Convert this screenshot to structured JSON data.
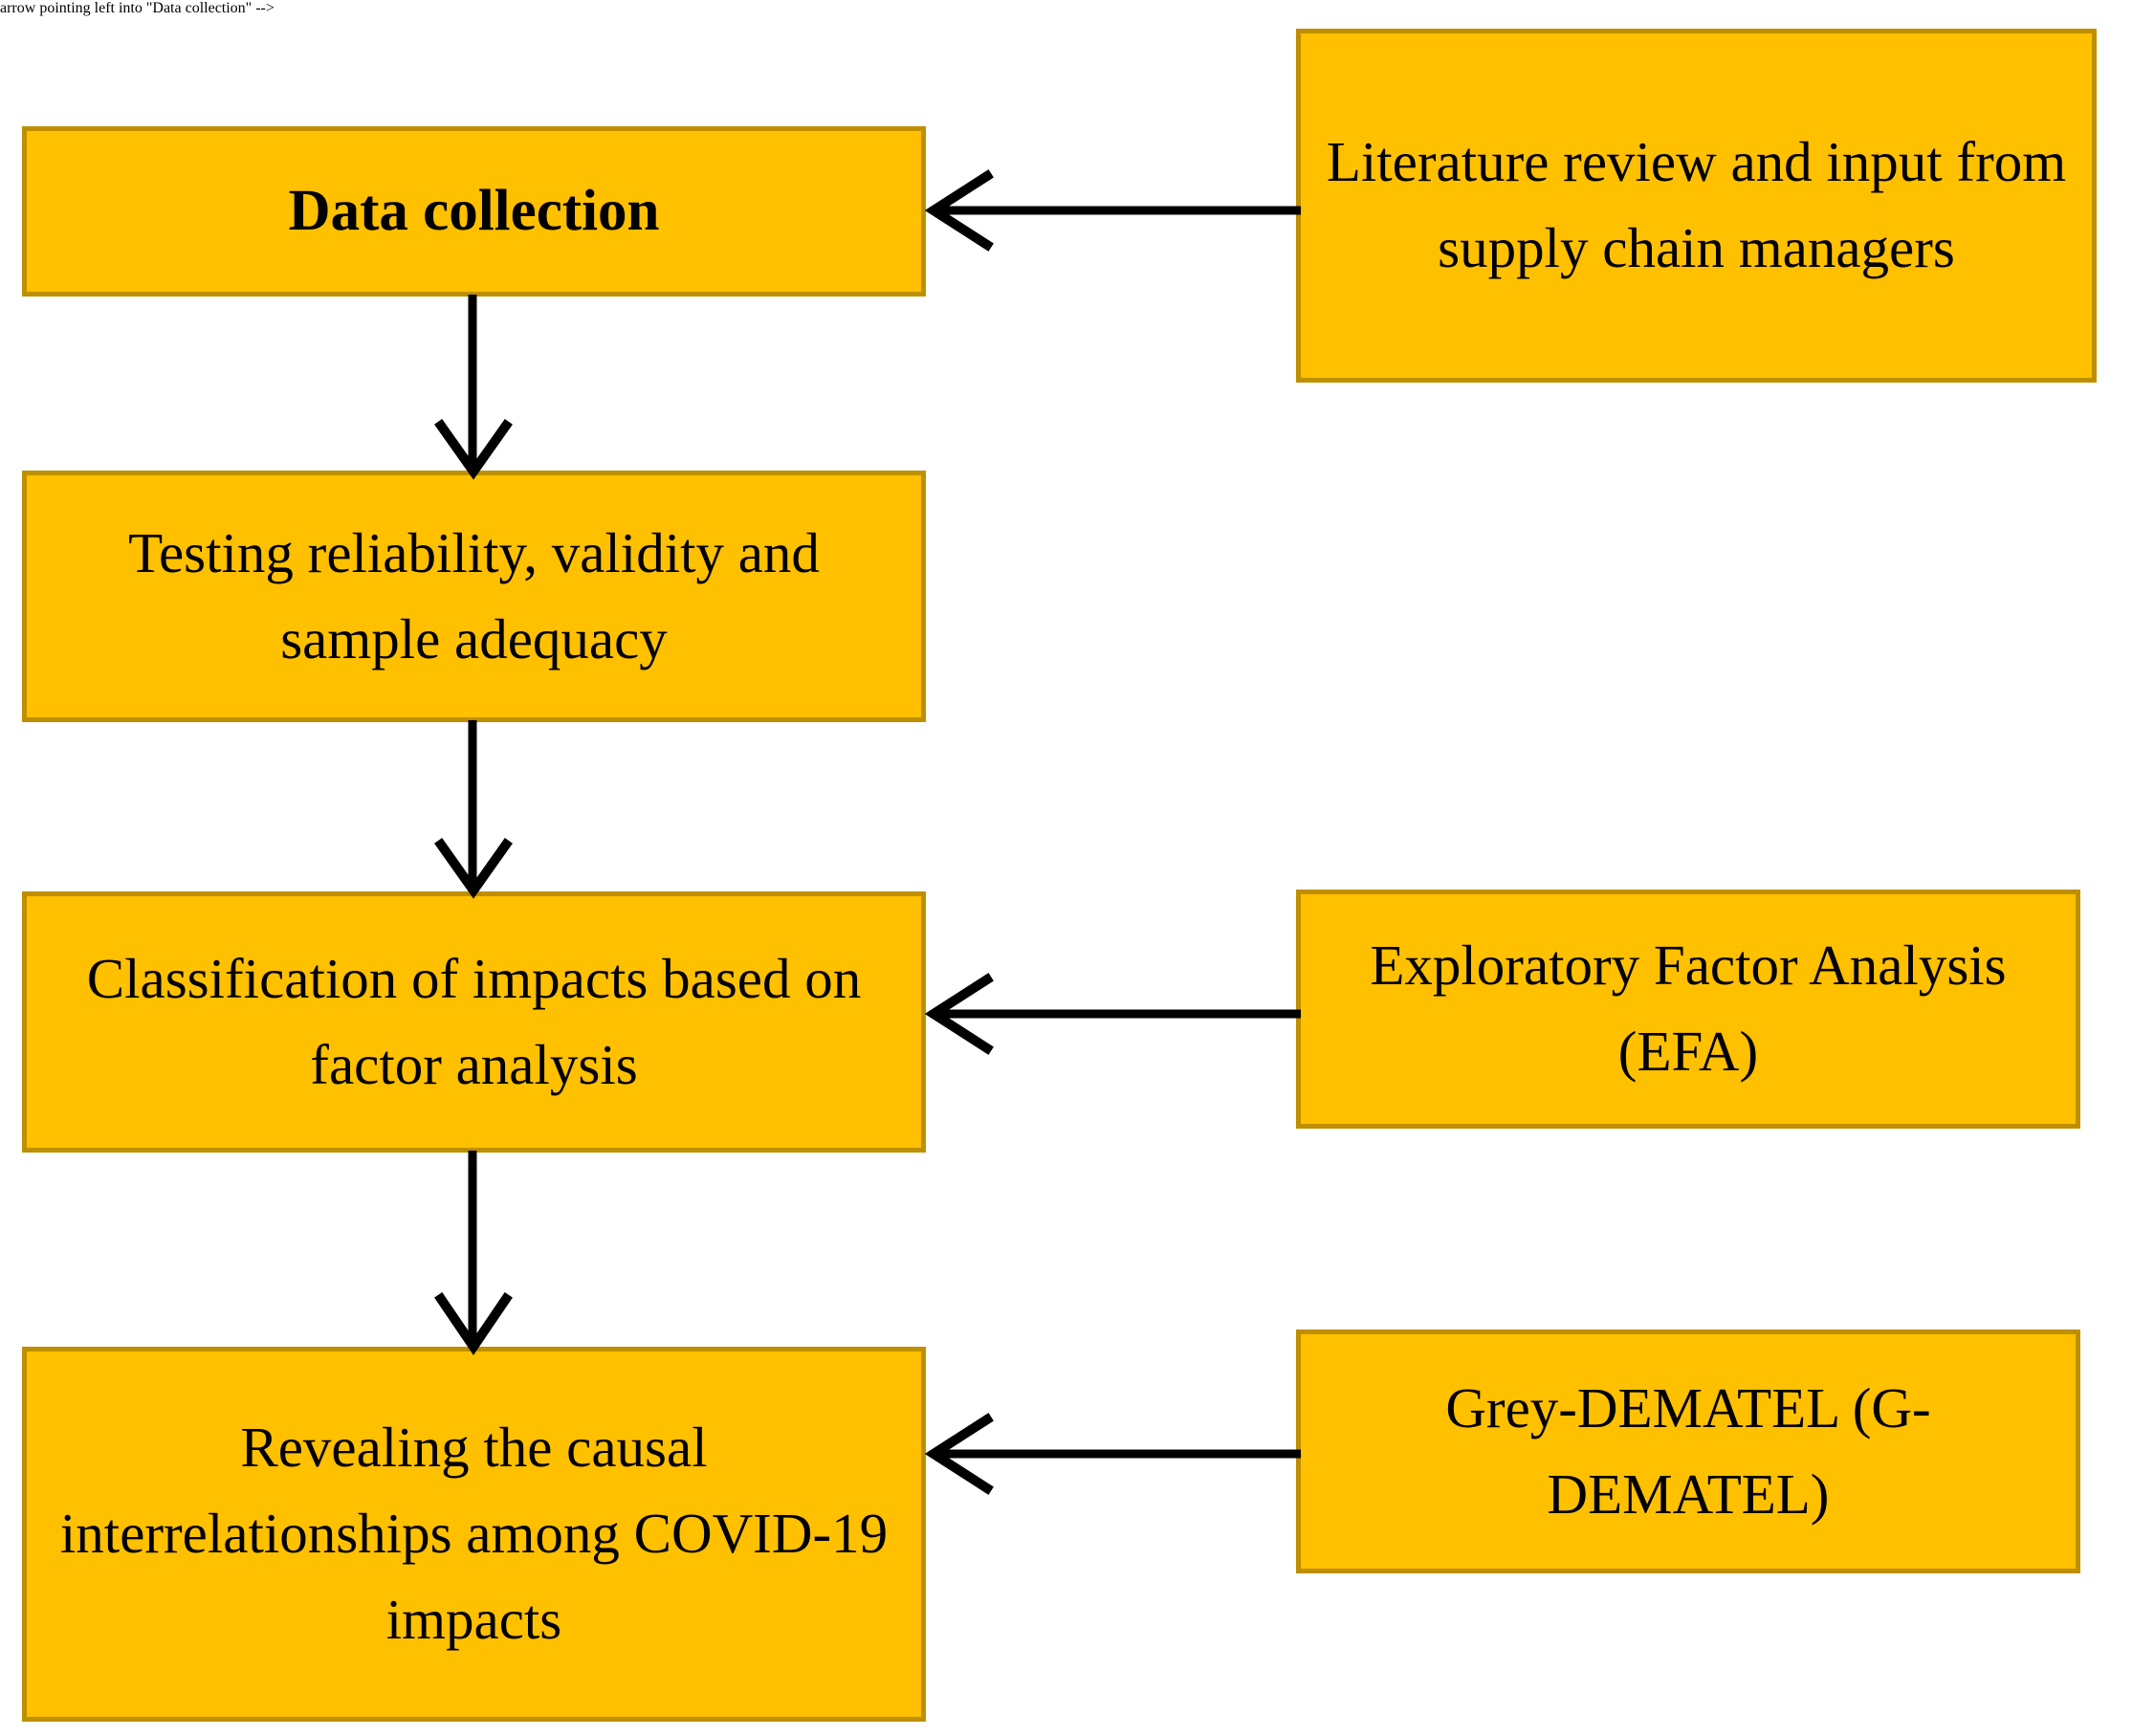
{
  "diagram": {
    "title": "Research methodology flowchart",
    "colors": {
      "node_fill": "#FFC000",
      "node_border": "#BF8F00",
      "connector": "#000000",
      "background": "#FFFFFF",
      "text": "#000000"
    },
    "nodes": [
      {
        "id": "data-collection",
        "label": "Data collection",
        "column": "left",
        "emphasis": "bold"
      },
      {
        "id": "testing",
        "label": "Testing reliability, validity and sample adequacy",
        "column": "left",
        "emphasis": "normal"
      },
      {
        "id": "classification",
        "label": "Classification of impacts based on factor analysis",
        "column": "left",
        "emphasis": "normal"
      },
      {
        "id": "revealing",
        "label": "Revealing the causal interrelationships among COVID-19 impacts",
        "column": "left",
        "emphasis": "normal"
      },
      {
        "id": "literature",
        "label": "Literature review and input from supply chain managers",
        "column": "right",
        "emphasis": "normal"
      },
      {
        "id": "efa",
        "label": "Exploratory Factor Analysis (EFA)",
        "column": "right",
        "emphasis": "normal"
      },
      {
        "id": "dematel",
        "label": "Grey-DEMATEL (G-DEMATEL)",
        "column": "right",
        "emphasis": "normal"
      }
    ],
    "connectors": [
      {
        "id": "literature-to-data-collection",
        "from": "literature",
        "to": "data-collection",
        "direction": "left",
        "style": "open-arrow"
      },
      {
        "id": "data-collection-to-testing",
        "from": "data-collection",
        "to": "testing",
        "direction": "down",
        "style": "open-arrow"
      },
      {
        "id": "testing-to-classification",
        "from": "testing",
        "to": "classification",
        "direction": "down",
        "style": "open-arrow"
      },
      {
        "id": "efa-to-classification",
        "from": "efa",
        "to": "classification",
        "direction": "left",
        "style": "open-arrow"
      },
      {
        "id": "classification-to-revealing",
        "from": "classification",
        "to": "revealing",
        "direction": "down",
        "style": "open-arrow"
      },
      {
        "id": "dematel-to-revealing",
        "from": "dematel",
        "to": "revealing",
        "direction": "left",
        "style": "open-arrow"
      }
    ]
  }
}
